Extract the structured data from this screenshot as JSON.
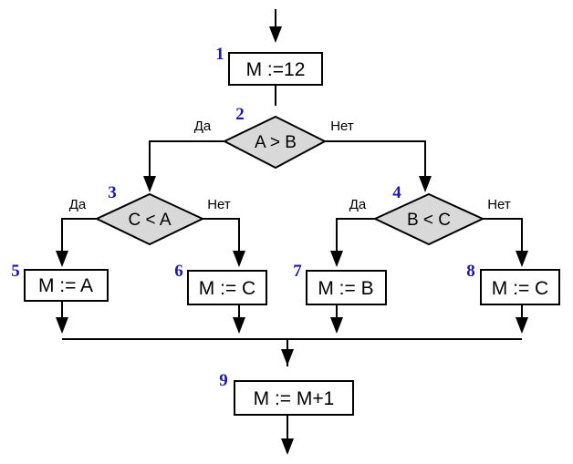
{
  "blocks": {
    "b1": {
      "number": "1",
      "text": "M :=12"
    },
    "b2": {
      "number": "2",
      "text": "A > B",
      "yes": "Да",
      "no": "Нет"
    },
    "b3": {
      "number": "3",
      "text": "C < A",
      "yes": "Да",
      "no": "Нет"
    },
    "b4": {
      "number": "4",
      "text": "B < C",
      "yes": "Да",
      "no": "Нет"
    },
    "b5": {
      "number": "5",
      "text": "M := A"
    },
    "b6": {
      "number": "6",
      "text": "M := C"
    },
    "b7": {
      "number": "7",
      "text": "M := B"
    },
    "b8": {
      "number": "8",
      "text": "M := C"
    },
    "b9": {
      "number": "9",
      "text": "M := M+1"
    }
  },
  "colors": {
    "number_label": "#1a1aa8",
    "decision_fill": "#d9d9d9",
    "line": "#000000"
  }
}
